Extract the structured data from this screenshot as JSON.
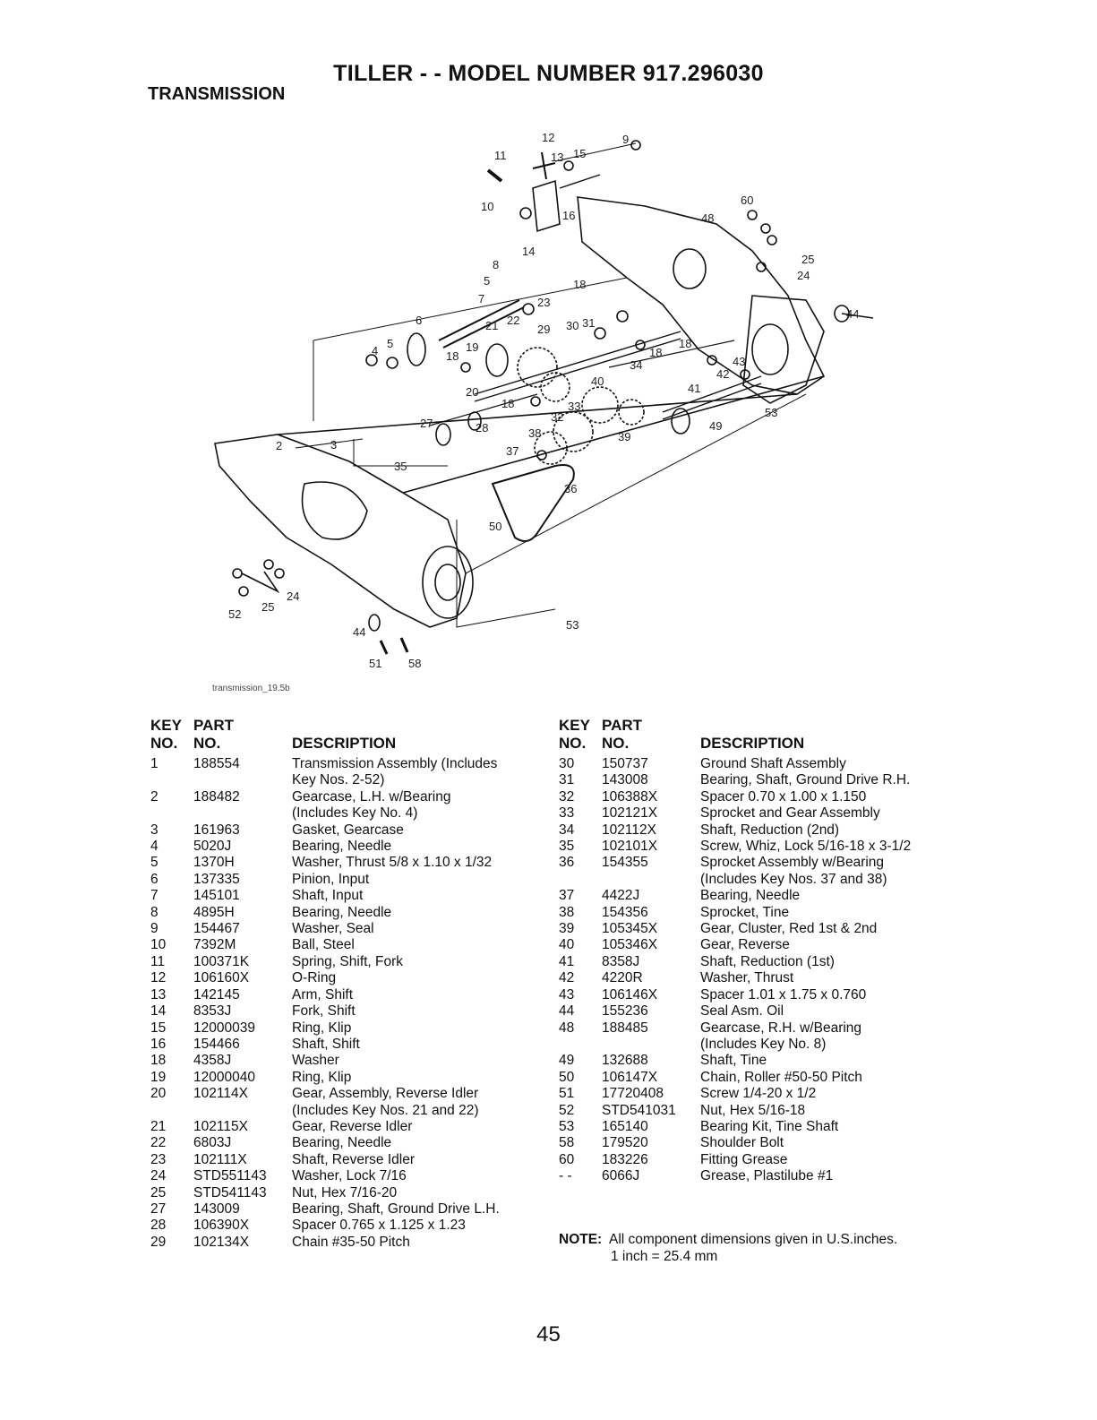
{
  "title": "TILLER - - MODEL NUMBER 917.296030",
  "subtitle": "TRANSMISSION",
  "diagram_caption": "transmission_19.5b",
  "callouts": [
    "12",
    "11",
    "13",
    "15",
    "9",
    "10",
    "16",
    "14",
    "60",
    "48",
    "25",
    "24",
    "8",
    "5",
    "7",
    "18",
    "23",
    "44",
    "6",
    "21",
    "22",
    "31",
    "4",
    "5",
    "18",
    "19",
    "29",
    "30",
    "18",
    "34",
    "18",
    "43",
    "42",
    "41",
    "20",
    "40",
    "53",
    "18",
    "27",
    "28",
    "33",
    "32",
    "38",
    "39",
    "49",
    "37",
    "3",
    "2",
    "35",
    "36",
    "50",
    "24",
    "25",
    "52",
    "53",
    "44",
    "51",
    "58"
  ],
  "table_headers": {
    "key": "KEY",
    "part": "PART",
    "no": "NO.",
    "description": "DESCRIPTION"
  },
  "left_rows": [
    {
      "key": "1",
      "part": "188554",
      "desc": "Transmission Assembly (Includes\nKey Nos. 2-52)"
    },
    {
      "key": "2",
      "part": "188482",
      "desc": "Gearcase, L.H. w/Bearing\n(Includes Key No. 4)"
    },
    {
      "key": "3",
      "part": "161963",
      "desc": "Gasket, Gearcase"
    },
    {
      "key": "4",
      "part": "5020J",
      "desc": "Bearing, Needle"
    },
    {
      "key": "5",
      "part": "1370H",
      "desc": "Washer, Thrust 5/8 x 1.10 x 1/32"
    },
    {
      "key": "6",
      "part": "137335",
      "desc": "Pinion, Input"
    },
    {
      "key": "7",
      "part": "145101",
      "desc": "Shaft, Input"
    },
    {
      "key": "8",
      "part": "4895H",
      "desc": "Bearing, Needle"
    },
    {
      "key": "9",
      "part": "154467",
      "desc": "Washer, Seal"
    },
    {
      "key": "10",
      "part": "7392M",
      "desc": "Ball, Steel"
    },
    {
      "key": "11",
      "part": "100371K",
      "desc": "Spring, Shift, Fork"
    },
    {
      "key": "12",
      "part": "106160X",
      "desc": "O-Ring"
    },
    {
      "key": "13",
      "part": "142145",
      "desc": "Arm, Shift"
    },
    {
      "key": "14",
      "part": "8353J",
      "desc": "Fork, Shift"
    },
    {
      "key": "15",
      "part": "12000039",
      "desc": "Ring, Klip"
    },
    {
      "key": "16",
      "part": "154466",
      "desc": "Shaft, Shift"
    },
    {
      "key": "18",
      "part": "4358J",
      "desc": "Washer"
    },
    {
      "key": "19",
      "part": "12000040",
      "desc": "Ring, Klip"
    },
    {
      "key": "20",
      "part": "102114X",
      "desc": "Gear, Assembly, Reverse Idler\n(Includes Key Nos. 21 and 22)"
    },
    {
      "key": "21",
      "part": "102115X",
      "desc": "Gear, Reverse Idler"
    },
    {
      "key": "22",
      "part": "6803J",
      "desc": "Bearing, Needle"
    },
    {
      "key": "23",
      "part": "102111X",
      "desc": "Shaft, Reverse Idler"
    },
    {
      "key": "24",
      "part": "STD551143",
      "desc": "Washer, Lock 7/16"
    },
    {
      "key": "25",
      "part": "STD541143",
      "desc": "Nut, Hex 7/16-20"
    },
    {
      "key": "27",
      "part": "143009",
      "desc": "Bearing, Shaft, Ground Drive L.H."
    },
    {
      "key": "28",
      "part": "106390X",
      "desc": "Spacer 0.765 x 1.125 x 1.23"
    },
    {
      "key": "29",
      "part": "102134X",
      "desc": "Chain #35-50 Pitch"
    }
  ],
  "right_rows": [
    {
      "key": "30",
      "part": "150737",
      "desc": "Ground Shaft Assembly"
    },
    {
      "key": "31",
      "part": "143008",
      "desc": "Bearing, Shaft, Ground Drive R.H."
    },
    {
      "key": "32",
      "part": "106388X",
      "desc": "Spacer 0.70 x 1.00 x 1.150"
    },
    {
      "key": "33",
      "part": "102121X",
      "desc": "Sprocket and Gear Assembly"
    },
    {
      "key": "34",
      "part": "102112X",
      "desc": "Shaft, Reduction (2nd)"
    },
    {
      "key": "35",
      "part": "102101X",
      "desc": "Screw, Whiz, Lock 5/16-18 x 3-1/2"
    },
    {
      "key": "36",
      "part": "154355",
      "desc": "Sprocket Assembly w/Bearing\n(Includes Key Nos. 37 and 38)"
    },
    {
      "key": "37",
      "part": "4422J",
      "desc": "Bearing, Needle"
    },
    {
      "key": "38",
      "part": "154356",
      "desc": "Sprocket, Tine"
    },
    {
      "key": "39",
      "part": "105345X",
      "desc": "Gear, Cluster, Red 1st & 2nd"
    },
    {
      "key": "40",
      "part": "105346X",
      "desc": "Gear, Reverse"
    },
    {
      "key": "41",
      "part": "8358J",
      "desc": "Shaft, Reduction (1st)"
    },
    {
      "key": "42",
      "part": "4220R",
      "desc": "Washer, Thrust"
    },
    {
      "key": "43",
      "part": "106146X",
      "desc": "Spacer 1.01 x 1.75 x 0.760"
    },
    {
      "key": "44",
      "part": "155236",
      "desc": "Seal Asm. Oil"
    },
    {
      "key": "48",
      "part": "188485",
      "desc": "Gearcase, R.H. w/Bearing\n(Includes Key No. 8)"
    },
    {
      "key": "49",
      "part": "132688",
      "desc": "Shaft, Tine"
    },
    {
      "key": "50",
      "part": "106147X",
      "desc": "Chain, Roller #50-50 Pitch"
    },
    {
      "key": "51",
      "part": "17720408",
      "desc": "Screw 1/4-20 x 1/2"
    },
    {
      "key": "52",
      "part": "STD541031",
      "desc": "Nut, Hex 5/16-18"
    },
    {
      "key": "53",
      "part": "165140",
      "desc": "Bearing Kit, Tine Shaft"
    },
    {
      "key": "58",
      "part": "179520",
      "desc": "Shoulder Bolt"
    },
    {
      "key": "60",
      "part": "183226",
      "desc": "Fitting Grease"
    },
    {
      "key": "- -",
      "part": "6066J",
      "desc": "Grease, Plastilube #1"
    }
  ],
  "note": {
    "label": "NOTE:",
    "line1": "All component dimensions given in U.S.inches.",
    "line2": "1 inch = 25.4 mm"
  },
  "page_number": "45"
}
